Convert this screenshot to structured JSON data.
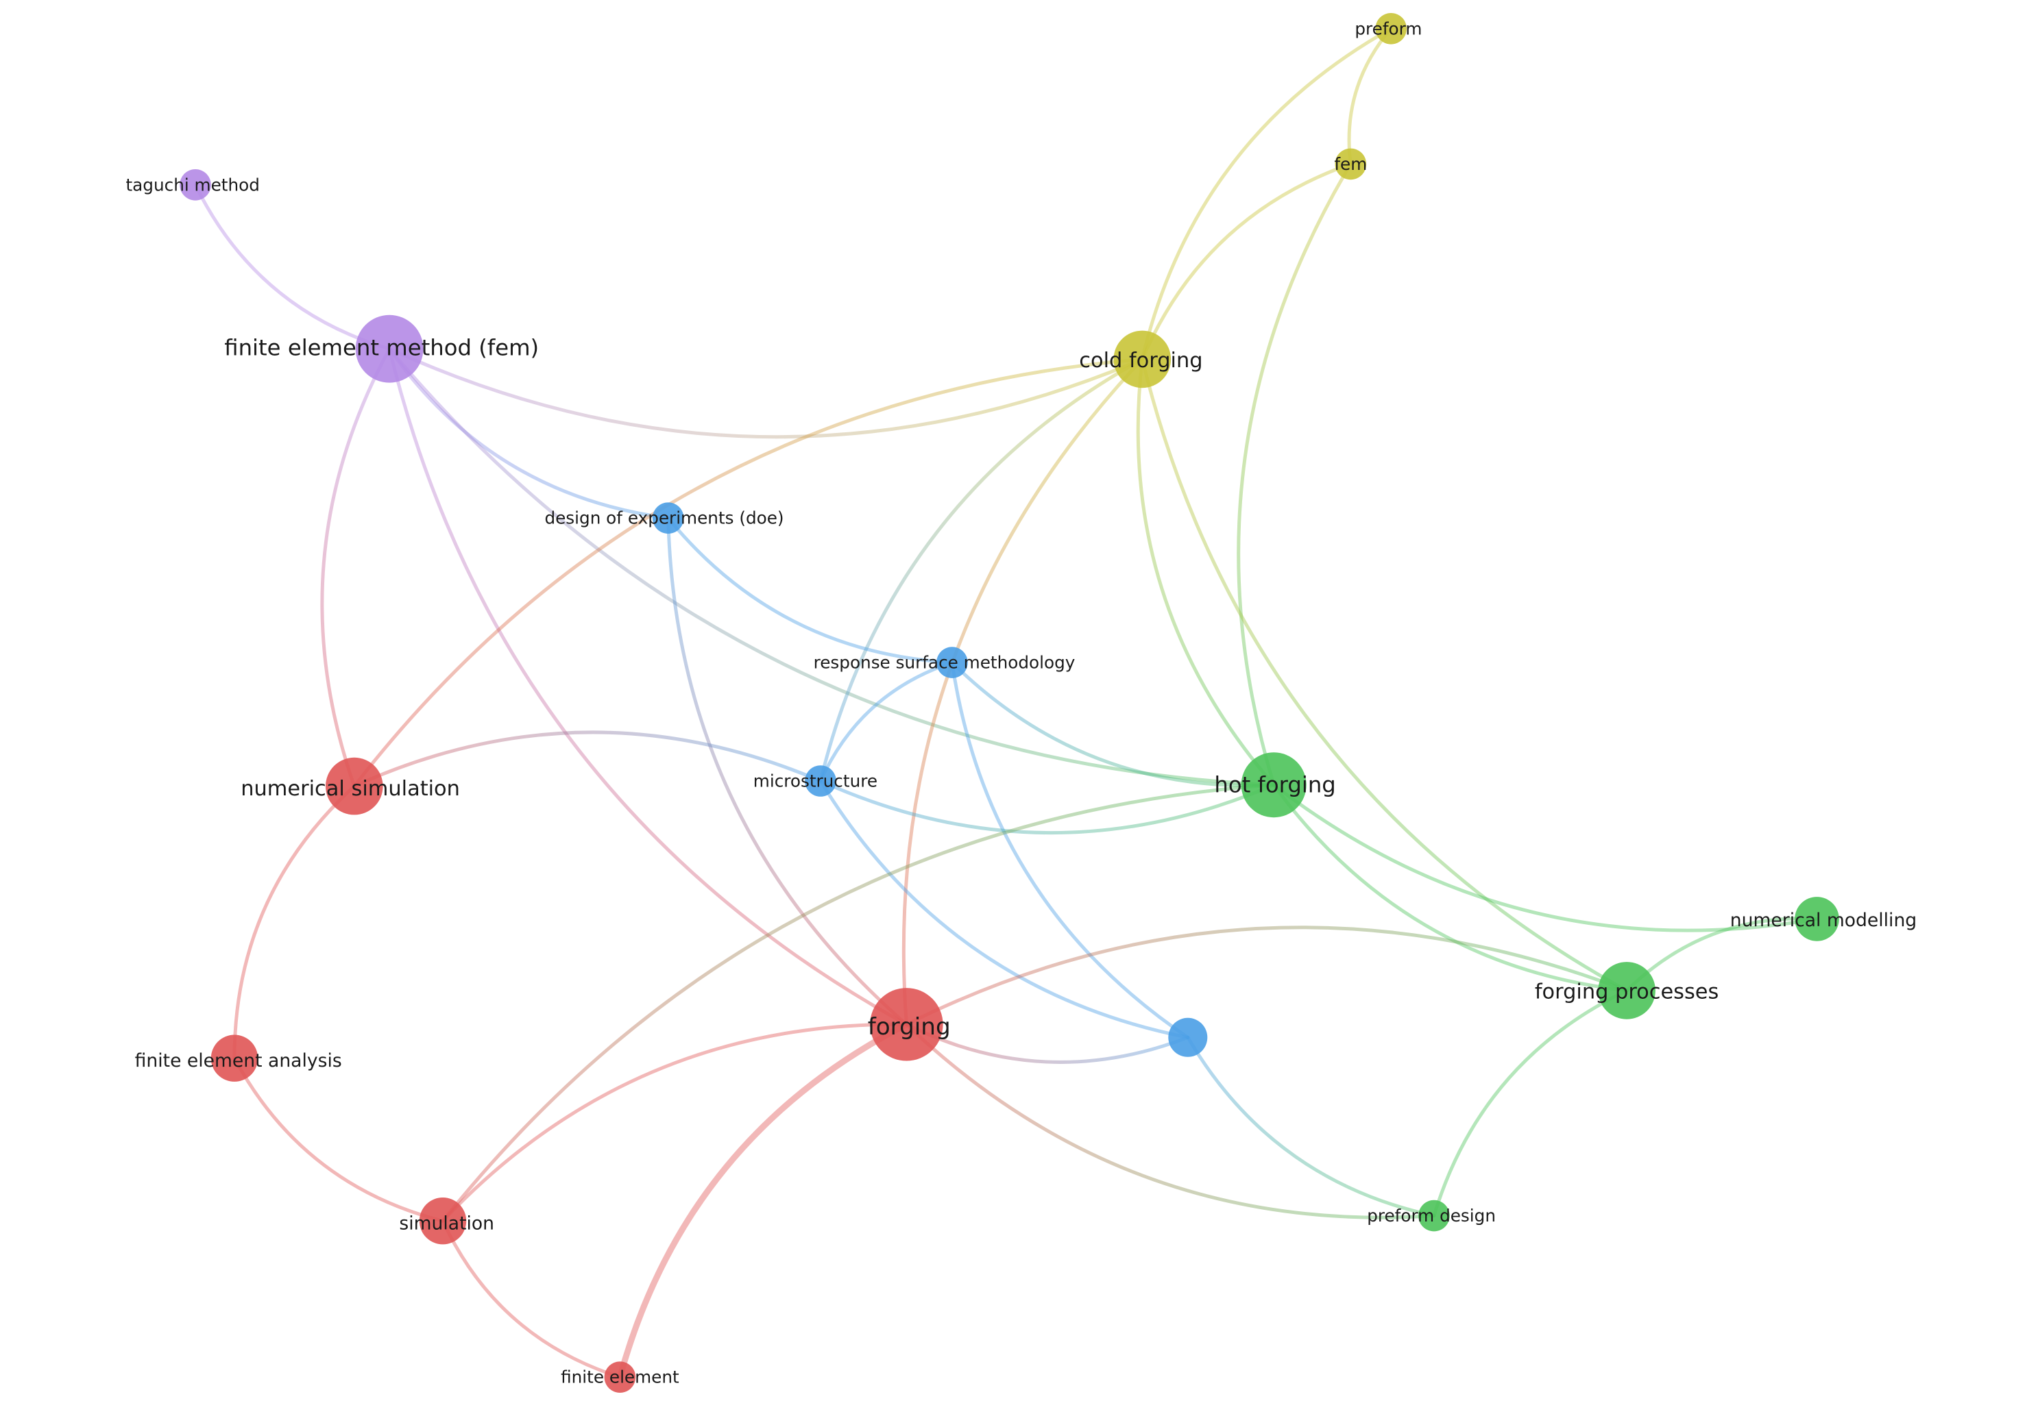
{
  "network": {
    "clusters": {
      "red": "#e05555",
      "green": "#4cc35a",
      "blue": "#4a9ee6",
      "yellow": "#c9c437",
      "purple": "#b48ae6"
    },
    "nodes": [
      {
        "id": "preform",
        "label": "preform",
        "cluster": "yellow",
        "weight": 1
      },
      {
        "id": "fem",
        "label": "fem",
        "cluster": "yellow",
        "weight": 1
      },
      {
        "id": "taguchi",
        "label": "taguchi method",
        "cluster": "purple",
        "weight": 1
      },
      {
        "id": "femm",
        "label": "finite element method (fem)",
        "cluster": "purple",
        "weight": 3
      },
      {
        "id": "cold",
        "label": "cold forging",
        "cluster": "yellow",
        "weight": 2.4
      },
      {
        "id": "doe",
        "label": "design of experiments (doe)",
        "cluster": "blue",
        "weight": 1
      },
      {
        "id": "rsm",
        "label": "response surface methodology",
        "cluster": "blue",
        "weight": 1
      },
      {
        "id": "micro",
        "label": "microstructure",
        "cluster": "blue",
        "weight": 1
      },
      {
        "id": "numsim",
        "label": "numerical simulation",
        "cluster": "red",
        "weight": 2.4
      },
      {
        "id": "hot",
        "label": "hot forging",
        "cluster": "green",
        "weight": 2.8
      },
      {
        "id": "nummod",
        "label": "numerical modelling",
        "cluster": "green",
        "weight": 1.4
      },
      {
        "id": "fp",
        "label": "forging processes",
        "cluster": "green",
        "weight": 2.4
      },
      {
        "id": "forging",
        "label": "forging",
        "cluster": "red",
        "weight": 3.2
      },
      {
        "id": "blue_unl",
        "label": "",
        "cluster": "blue",
        "weight": 1
      },
      {
        "id": "fea",
        "label": "finite element analysis",
        "cluster": "red",
        "weight": 1.8
      },
      {
        "id": "sim",
        "label": "simulation",
        "cluster": "red",
        "weight": 1.8
      },
      {
        "id": "pd",
        "label": "preform design",
        "cluster": "green",
        "weight": 1
      },
      {
        "id": "fe",
        "label": "finite element",
        "cluster": "red",
        "weight": 1
      }
    ],
    "edges": [
      [
        "preform",
        "fem"
      ],
      [
        "preform",
        "cold"
      ],
      [
        "fem",
        "cold"
      ],
      [
        "fem",
        "hot"
      ],
      [
        "taguchi",
        "femm"
      ],
      [
        "femm",
        "cold"
      ],
      [
        "femm",
        "doe"
      ],
      [
        "femm",
        "numsim"
      ],
      [
        "femm",
        "forging"
      ],
      [
        "femm",
        "hot"
      ],
      [
        "cold",
        "numsim"
      ],
      [
        "cold",
        "forging"
      ],
      [
        "cold",
        "hot"
      ],
      [
        "cold",
        "fp"
      ],
      [
        "cold",
        "micro"
      ],
      [
        "doe",
        "rsm"
      ],
      [
        "doe",
        "forging"
      ],
      [
        "rsm",
        "micro"
      ],
      [
        "rsm",
        "blue_unl"
      ],
      [
        "rsm",
        "hot"
      ],
      [
        "micro",
        "numsim"
      ],
      [
        "micro",
        "hot"
      ],
      [
        "micro",
        "blue_unl"
      ],
      [
        "numsim",
        "fea"
      ],
      [
        "hot",
        "nummod"
      ],
      [
        "hot",
        "fp"
      ],
      [
        "hot",
        "sim"
      ],
      [
        "nummod",
        "fp"
      ],
      [
        "fp",
        "pd"
      ],
      [
        "fp",
        "forging"
      ],
      [
        "forging",
        "sim"
      ],
      [
        "forging",
        "fe"
      ],
      [
        "forging",
        "blue_unl"
      ],
      [
        "forging",
        "pd"
      ],
      [
        "blue_unl",
        "pd"
      ],
      [
        "fea",
        "sim"
      ],
      [
        "sim",
        "fe"
      ]
    ]
  }
}
